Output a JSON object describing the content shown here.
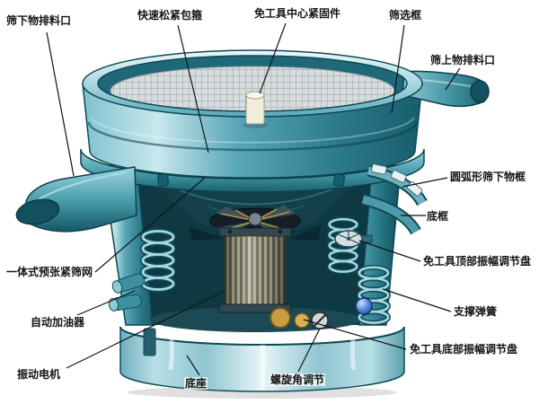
{
  "diagram": {
    "palette": {
      "background": "#ffffff",
      "label_color": "#141414",
      "leader_line": "#141414",
      "body_teal": "#4d9fb0",
      "body_light": "#cfe9ee",
      "body_dark": "#145a68",
      "mesh_gray": "#d7dcdf",
      "motor_rib": "#b9b49a",
      "fastener_white": "#f2ecdc",
      "knob_blue": "#4f86dd",
      "weight_gold": "#c79d3f"
    },
    "labels": [
      {
        "id": "undersize-outlet",
        "text": "筛下物排料口"
      },
      {
        "id": "quick-clamp-band",
        "text": "快速松紧包箍"
      },
      {
        "id": "center-fastener",
        "text": "免工具中心紧固件"
      },
      {
        "id": "screen-frame",
        "text": "筛选框"
      },
      {
        "id": "oversize-outlet",
        "text": "筛上物排料口"
      },
      {
        "id": "arc-undersize-frame",
        "text": "圆弧形筛下物框"
      },
      {
        "id": "bottom-frame",
        "text": "底框"
      },
      {
        "id": "top-amplitude-adjuster",
        "text": "免工具顶部振幅调节盘"
      },
      {
        "id": "support-spring",
        "text": "支撑弹簧"
      },
      {
        "id": "bottom-amplitude-adjuster",
        "text": "免工具底部振幅调节盘"
      },
      {
        "id": "helix-angle-adjuster",
        "text": "螺旋角调节"
      },
      {
        "id": "base",
        "text": "底座"
      },
      {
        "id": "vibration-motor",
        "text": "振动电机"
      },
      {
        "id": "auto-oiler",
        "text": "自动加油器"
      },
      {
        "id": "pretensioned-mesh",
        "text": "一体式预张紧筛网"
      }
    ]
  }
}
